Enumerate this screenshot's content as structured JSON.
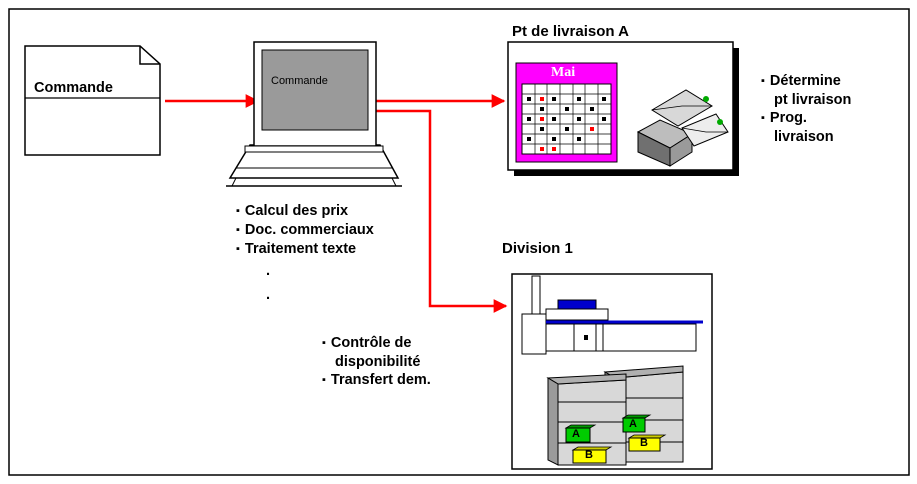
{
  "document": {
    "label": "Commande"
  },
  "computer": {
    "screen_label": "Commande"
  },
  "computer_tasks": [
    "Calcul des prix",
    "Doc. commerciaux",
    "Traitement texte",
    "·",
    "·"
  ],
  "delivery_point": {
    "title": "Pt de livraison A",
    "calendar_month": "Mai",
    "notes": [
      "Détermine",
      "pt livraison",
      "Prog.",
      "livraison"
    ]
  },
  "availability_notes": [
    "Contrôle de",
    "disponibilité",
    "Transfert dem."
  ],
  "division": {
    "title": "Division 1",
    "bin_a": "A",
    "bin_b": "B"
  },
  "colors": {
    "arrow": "#ff0000",
    "calendar": "#ff00ff",
    "bin_a": "#00cc00",
    "bin_b": "#ffff00",
    "shelf": "#0000cc"
  }
}
